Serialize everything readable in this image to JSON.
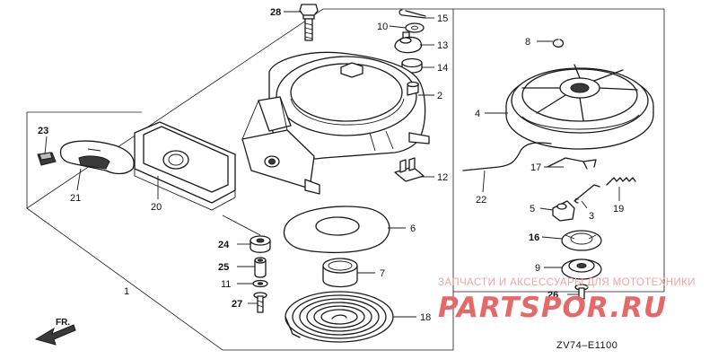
{
  "diagram": {
    "part_code": "ZV74–E1100",
    "direction_label": "FR.",
    "watermark": {
      "tagline": "ЗАПЧАСТИ И АКСЕССУАРЫ ДЛЯ МОТОТЕХНИКИ",
      "brand": "PARTSPOR.RU"
    },
    "callouts": [
      {
        "id": "28",
        "label": "28"
      },
      {
        "id": "10",
        "label": "10"
      },
      {
        "id": "15",
        "label": "15"
      },
      {
        "id": "13",
        "label": "13"
      },
      {
        "id": "14",
        "label": "14"
      },
      {
        "id": "2",
        "label": "2"
      },
      {
        "id": "8",
        "label": "8"
      },
      {
        "id": "4",
        "label": "4"
      },
      {
        "id": "23",
        "label": "23"
      },
      {
        "id": "21",
        "label": "21"
      },
      {
        "id": "20",
        "label": "20"
      },
      {
        "id": "12",
        "label": "12"
      },
      {
        "id": "17",
        "label": "17"
      },
      {
        "id": "22",
        "label": "22"
      },
      {
        "id": "19",
        "label": "19"
      },
      {
        "id": "5",
        "label": "5"
      },
      {
        "id": "3",
        "label": "3"
      },
      {
        "id": "6",
        "label": "6"
      },
      {
        "id": "24",
        "label": "24"
      },
      {
        "id": "16",
        "label": "16"
      },
      {
        "id": "25",
        "label": "25"
      },
      {
        "id": "9",
        "label": "9"
      },
      {
        "id": "7",
        "label": "7"
      },
      {
        "id": "11",
        "label": "11"
      },
      {
        "id": "1",
        "label": "1"
      },
      {
        "id": "26",
        "label": "26"
      },
      {
        "id": "27",
        "label": "27"
      },
      {
        "id": "18",
        "label": "18"
      }
    ]
  }
}
